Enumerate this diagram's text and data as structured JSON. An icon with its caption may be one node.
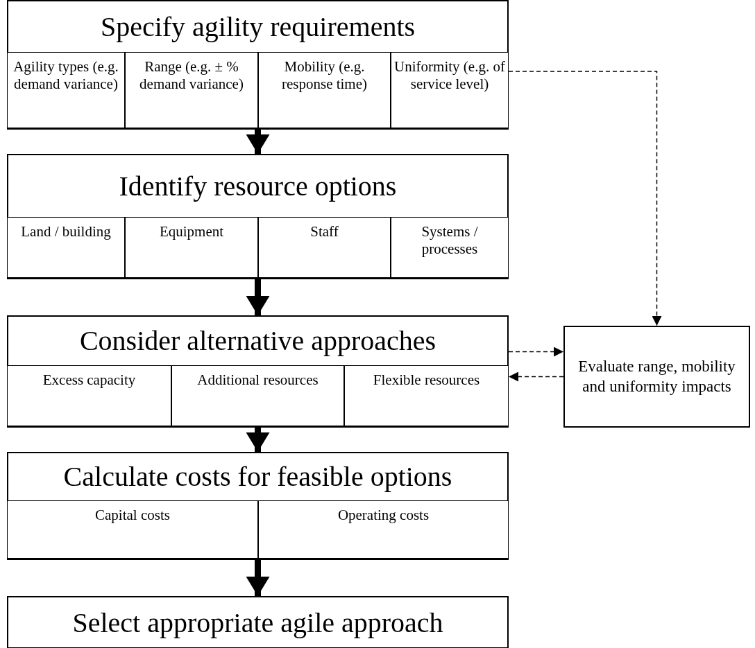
{
  "diagram": {
    "nodes": [
      {
        "text": [
          "Specify agility requirements"
        ]
      },
      {
        "text": [
          "Agility types (e.g. demand variance)"
        ],
        "in": 0
      },
      {
        "text": [
          "Range (e.g. ± % demand variance)"
        ],
        "in": 0
      },
      {
        "text": [
          "Mobility (e.g. response time)"
        ],
        "in": 0
      },
      {
        "text": [
          "Uniformity (e.g. of service level)"
        ],
        "in": 0
      },
      {
        "text": [
          "Identify resource options"
        ]
      },
      {
        "text": [
          "Land / building"
        ],
        "in": 5
      },
      {
        "text": [
          "Equipment"
        ],
        "in": 5
      },
      {
        "text": [
          "Staff"
        ],
        "in": 5
      },
      {
        "text": [
          "Systems / processes"
        ],
        "in": 5
      },
      {
        "text": [
          "Consider alternative approaches"
        ]
      },
      {
        "text": [
          "Excess capacity"
        ],
        "in": 10
      },
      {
        "text": [
          "Additional resources"
        ],
        "in": 10
      },
      {
        "text": [
          "Flexible resources"
        ],
        "in": 10
      },
      {
        "text": [
          "Calculate costs for feasible options"
        ]
      },
      {
        "text": [
          "Capital costs"
        ],
        "in": 14
      },
      {
        "text": [
          "Operating costs"
        ],
        "in": 14
      },
      {
        "text": [
          "Select appropriate agile approach"
        ]
      },
      {
        "text": [
          "Evaluate range, mobility and uniformity impacts"
        ]
      }
    ],
    "edges": [
      {
        "from": 0,
        "to": 5,
        "arrow": "to"
      },
      {
        "from": 5,
        "to": 10,
        "arrow": "to"
      },
      {
        "from": 10,
        "to": 14,
        "arrow": "to"
      },
      {
        "from": 14,
        "to": 17,
        "arrow": "to"
      },
      {
        "from": 4,
        "to": 18,
        "arrow": "to",
        "style": "dashed"
      },
      {
        "from": 10,
        "to": 18,
        "arrow": "to",
        "style": "dashed"
      },
      {
        "from": 18,
        "to": 10,
        "arrow": "to",
        "style": "dashed"
      }
    ]
  }
}
